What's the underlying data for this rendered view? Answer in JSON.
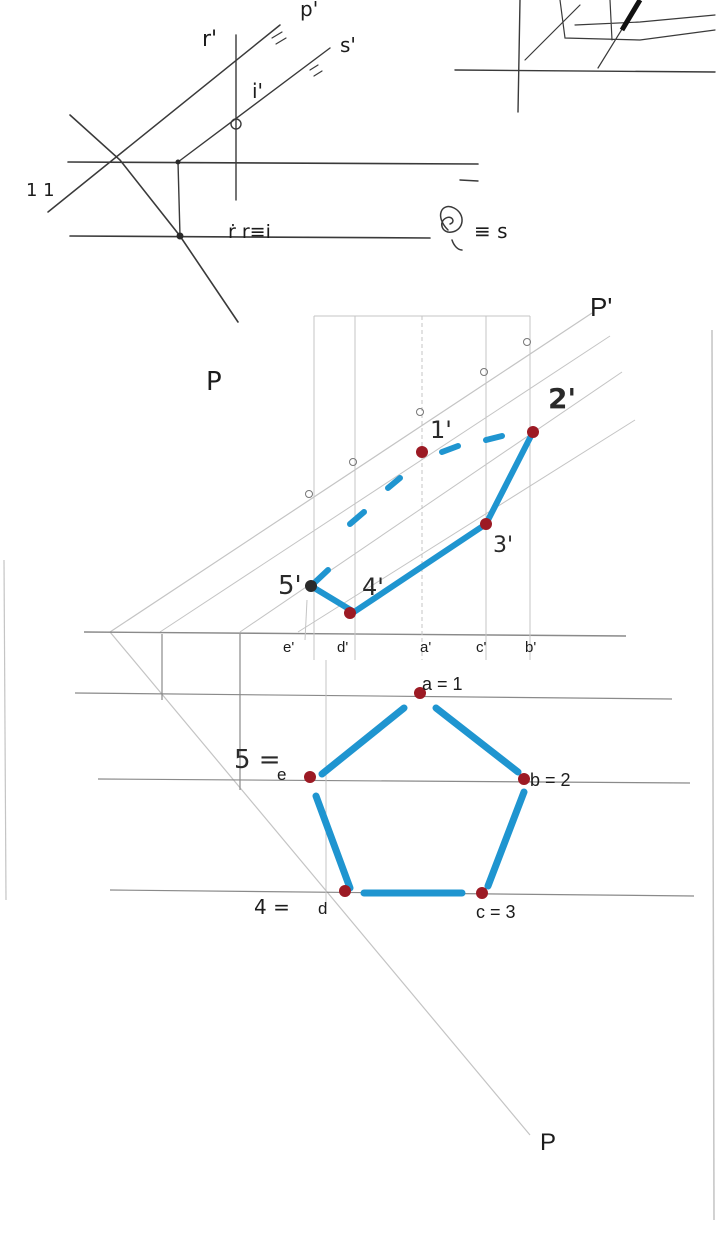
{
  "sketch": {
    "label_r": "r'",
    "label_p_top": "p'",
    "label_s": "s'",
    "label_i": "i'",
    "label_r_s_i": "ṙ r≡i",
    "label_eq_s": "≡ s",
    "label_p_bottom": "P",
    "label_mark_left": "1 1"
  },
  "plane": {
    "label_top": "P'",
    "label_bottom": "P"
  },
  "elevation": {
    "points": [
      "1'",
      "2'",
      "3'",
      "4'",
      "5'"
    ],
    "ground": [
      "e'",
      "d'",
      "a'",
      "c'",
      "b'"
    ]
  },
  "plan": {
    "a": "a = 1",
    "b": "b = 2",
    "c": "c = 3",
    "d_num": "4 =",
    "d": "d",
    "e_num": "5 =",
    "e": "e"
  },
  "colors": {
    "ink": "#1f95d0",
    "vertex": "#9c1a24",
    "pencil": "#3a3a3a"
  }
}
